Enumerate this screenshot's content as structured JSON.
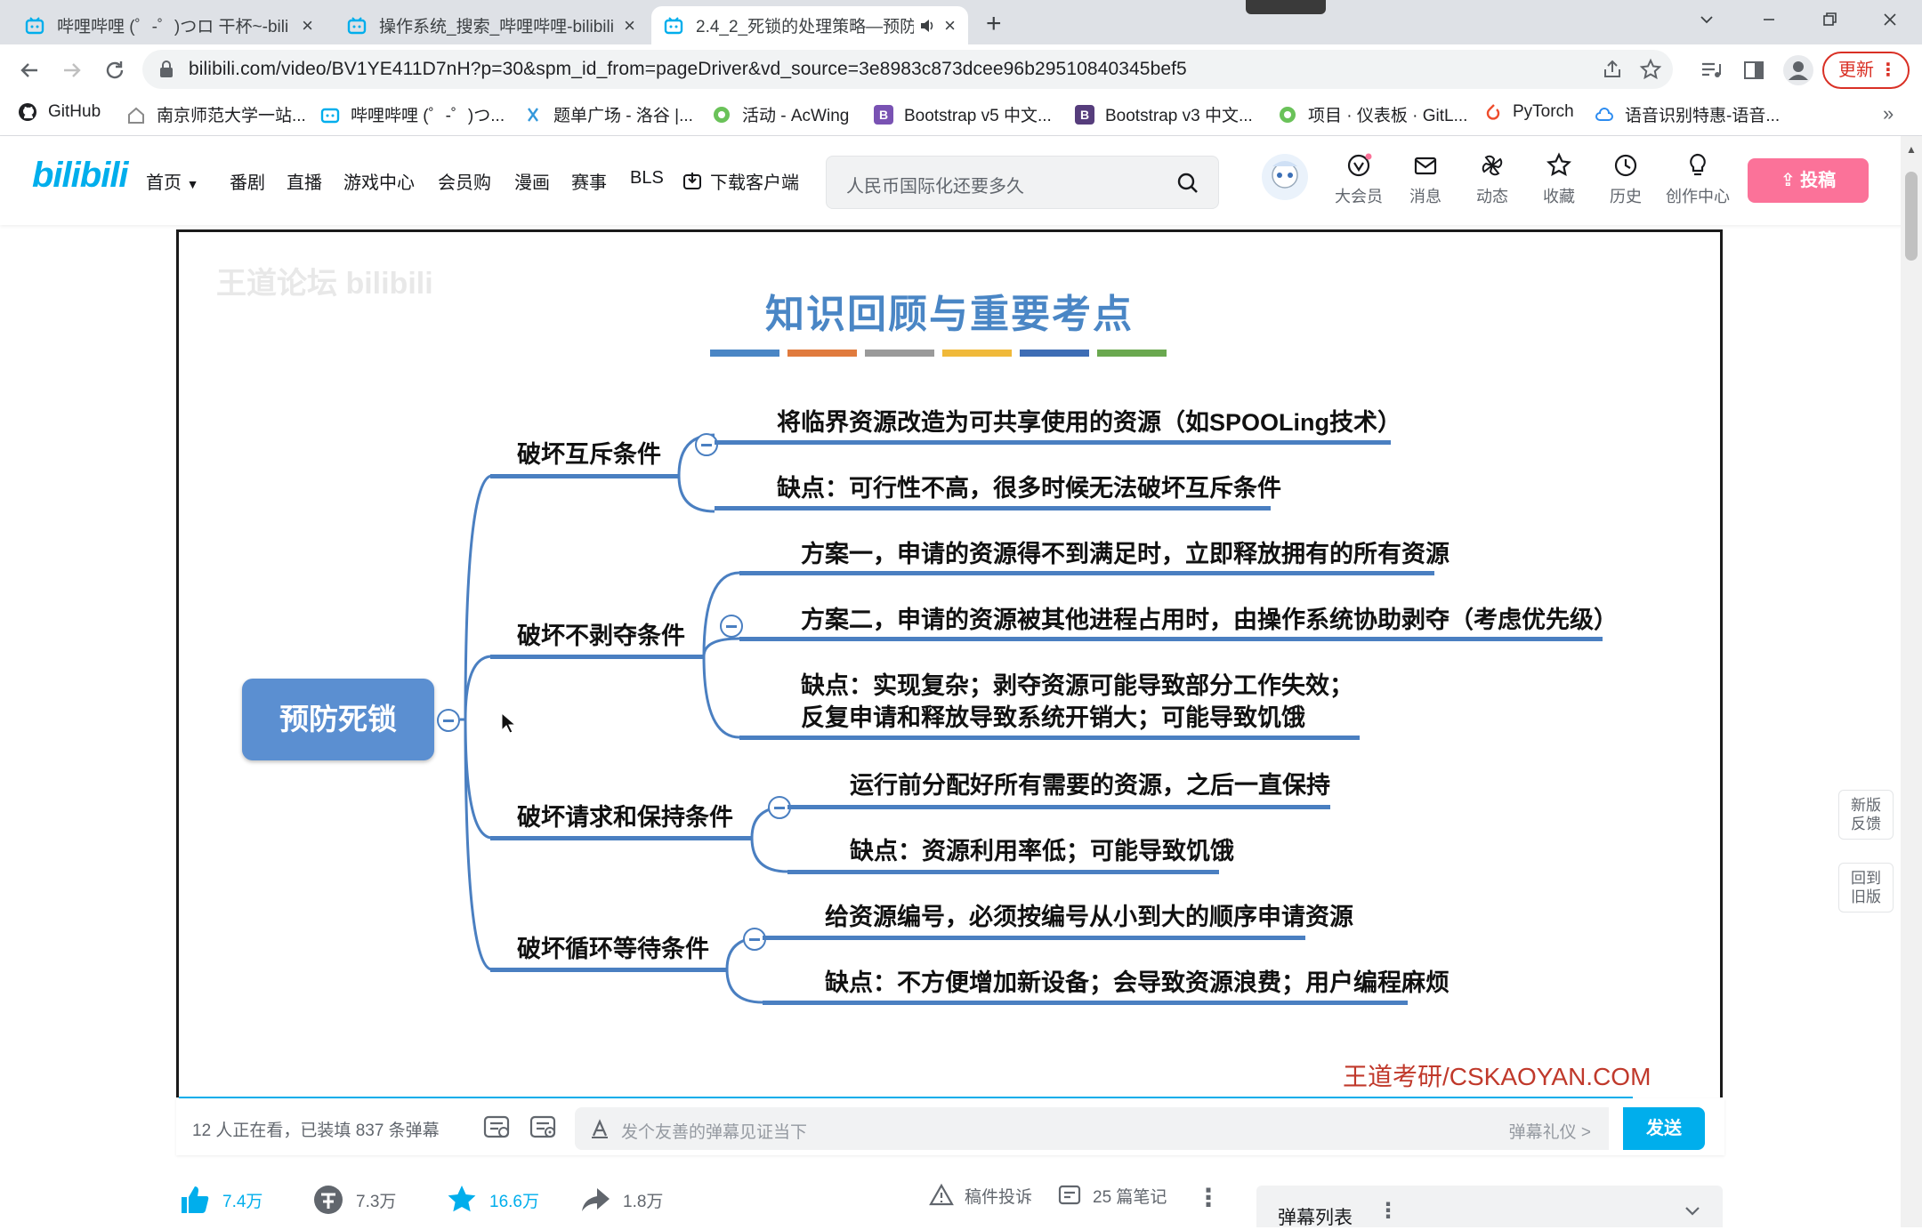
{
  "browser": {
    "tabs": [
      {
        "title": "哔哩哔哩 (゜-゜)つロ 干杯~-bili"
      },
      {
        "title": "操作系统_搜索_哔哩哔哩-bilibili"
      },
      {
        "title": "2.4_2_死锁的处理策略—预防"
      }
    ],
    "new_tab": "+",
    "url": "bilibili.com/video/BV1YE411D7nH?p=30&spm_id_from=pageDriver&vd_source=3e8983c873dcee96b29510840345bef5",
    "update_label": "更新",
    "bookmarks": [
      {
        "label": "GitHub"
      },
      {
        "label": "南京师范大学一站..."
      },
      {
        "label": "哔哩哔哩 (゜-゜)つ..."
      },
      {
        "label": "题单广场 - 洛谷 |..."
      },
      {
        "label": "活动 - AcWing"
      },
      {
        "label": "Bootstrap v5 中文..."
      },
      {
        "label": "Bootstrap v3 中文..."
      },
      {
        "label": "项目 · 仪表板 · GitL..."
      },
      {
        "label": "PyTorch"
      },
      {
        "label": "语音识别特惠-语音..."
      }
    ],
    "bookmarks_more": "»"
  },
  "site": {
    "logo": "bilibili",
    "nav": [
      {
        "label": "首页"
      },
      {
        "label": "番剧"
      },
      {
        "label": "直播"
      },
      {
        "label": "游戏中心"
      },
      {
        "label": "会员购"
      },
      {
        "label": "漫画"
      },
      {
        "label": "赛事"
      },
      {
        "label": "BLS"
      },
      {
        "label": "下载客户端"
      }
    ],
    "search_placeholder": "人民币国际化还要多久",
    "header_icons": [
      {
        "label": "大会员"
      },
      {
        "label": "消息"
      },
      {
        "label": "动态"
      },
      {
        "label": "收藏"
      },
      {
        "label": "历史"
      },
      {
        "label": "创作中心"
      }
    ],
    "upload_label": "投稿"
  },
  "slide": {
    "title": "知识回顾与重要考点",
    "stripe_colors": [
      "#4a86c5",
      "#e07b3e",
      "#9a9a9a",
      "#f0b93a",
      "#3e6db5",
      "#6aa84f"
    ],
    "ghost_watermark": "王道论坛 bilibili",
    "root": "预防死锁",
    "branches": [
      {
        "label": "破坏互斥条件",
        "items": [
          "将临界资源改造为可共享使用的资源（如SPOOLing技术）",
          "缺点：可行性不高，很多时候无法破坏互斥条件"
        ]
      },
      {
        "label": "破坏不剥夺条件",
        "items": [
          "方案一，申请的资源得不到满足时，立即释放拥有的所有资源",
          "方案二，申请的资源被其他进程占用时，由操作系统协助剥夺（考虑优先级）",
          "缺点：实现复杂；剥夺资源可能导致部分工作失效；",
          "反复申请和释放导致系统开销大；可能导致饥饿"
        ]
      },
      {
        "label": "破坏请求和保持条件",
        "items": [
          "运行前分配好所有需要的资源，之后一直保持",
          "缺点：资源利用率低；可能导致饥饿"
        ]
      },
      {
        "label": "破坏循环等待条件",
        "items": [
          "给资源编号，必须按编号从小到大的顺序申请资源",
          "缺点：不方便增加新设备；会导致资源浪费；用户编程麻烦"
        ]
      }
    ],
    "watermark": "王道考研/CSKAOYAN.COM"
  },
  "danmaku": {
    "viewers": "12 人正在看，已装填 837 条弹幕",
    "placeholder": "发个友善的弹幕见证当下",
    "etiquette": "弹幕礼仪 >",
    "send": "发送"
  },
  "actions": {
    "like": "7.4万",
    "coin": "7.3万",
    "favorite": "16.6万",
    "share": "1.8万",
    "report": "稿件投诉",
    "notes": "25 篇笔记"
  },
  "danmaku_list_label": "弹幕列表",
  "side_buttons": [
    {
      "line1": "新版",
      "line2": "反馈"
    },
    {
      "line1": "回到",
      "line2": "旧版"
    }
  ],
  "colors": {
    "bilibili_blue": "#00aeec",
    "bilibili_pink": "#fb7299",
    "mindmap_blue": "#4a7fc1"
  }
}
